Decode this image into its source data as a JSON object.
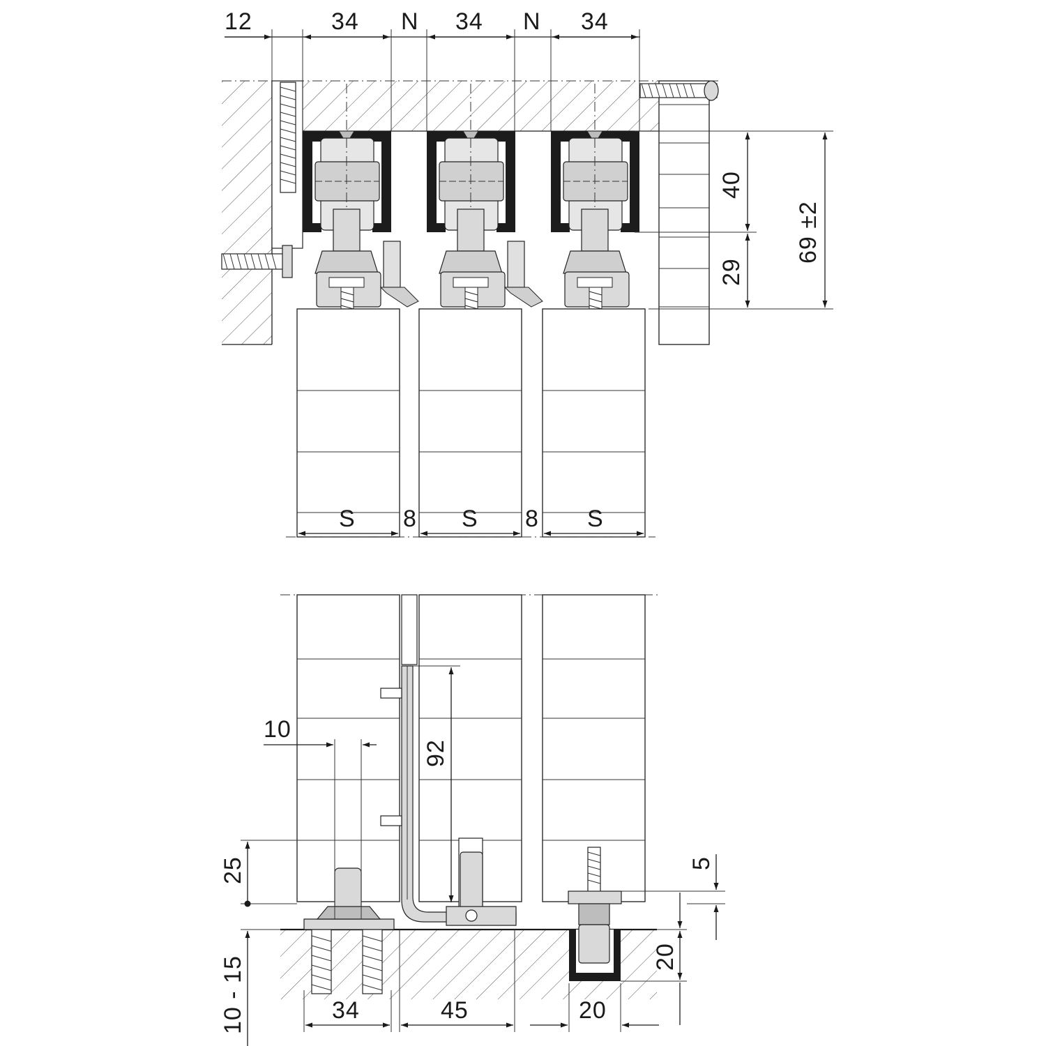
{
  "top_dims": {
    "d12": "12",
    "d34a": "34",
    "n1": "N",
    "d34b": "34",
    "n2": "N",
    "d34c": "34"
  },
  "right_dims": {
    "d40": "40",
    "d29": "29",
    "d69": "69 ±2"
  },
  "gap_dims": {
    "s1": "S",
    "g1": "8",
    "s2": "S",
    "g2": "8",
    "s3": "S"
  },
  "bottom_dims": {
    "d10": "10",
    "d92": "92",
    "d25": "25",
    "d10_15": "10 - 15",
    "d5": "5",
    "d20v": "20",
    "d34": "34",
    "d45": "45",
    "d20h": "20"
  },
  "colors": {
    "line": "#1a1a1a",
    "part_fill": "#d9d9d9",
    "profile_fill": "#1c1c1c"
  }
}
